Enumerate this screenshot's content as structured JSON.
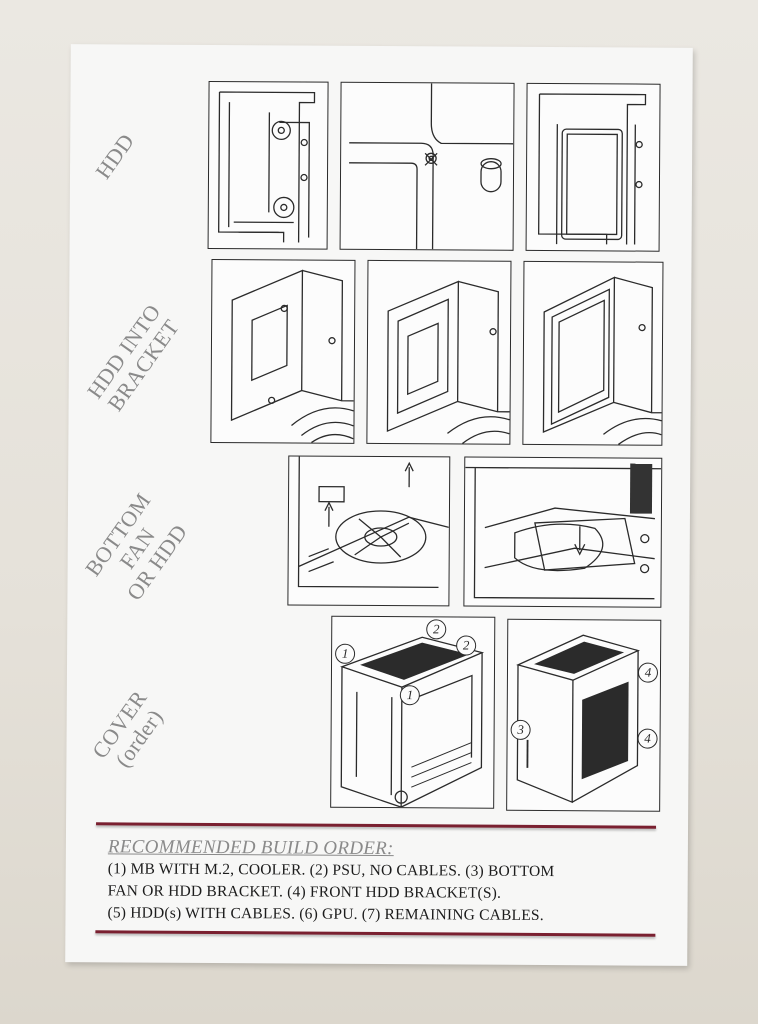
{
  "sections": [
    {
      "label": "HDD"
    },
    {
      "label": "HDD INTO\nBRACKET"
    },
    {
      "label": "BOTTOM FAN\nOR HDD"
    },
    {
      "label": "COVER\n(order)"
    }
  ],
  "callouts": {
    "one": "1",
    "two": "2",
    "three": "3",
    "four": "4"
  },
  "build_order": {
    "title": "RECOMMENDED BUILD ORDER:",
    "lines": [
      "(1) MB WITH M.2, COOLER.  (2) PSU, NO CABLES.  (3) BOTTOM",
      "FAN OR HDD BRACKET.  (4) FRONT HDD BRACKET(S).",
      "(5) HDD(s) WITH CABLES.  (6) GPU.  (7) REMAINING CABLES."
    ]
  },
  "colors": {
    "accent_rule": "#7a2030",
    "label_gray": "#8a8a8a",
    "line_art": "#2b2b2b",
    "paper": "#f7f7f6"
  }
}
